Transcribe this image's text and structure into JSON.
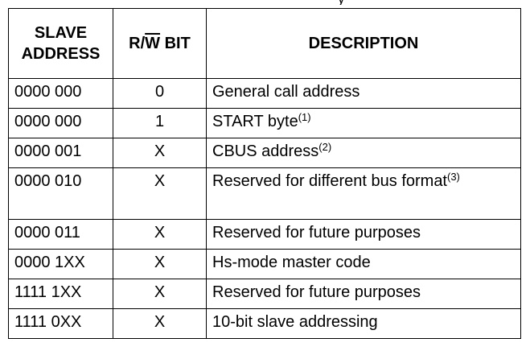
{
  "header_fragment": "y",
  "table": {
    "headers": {
      "address_line1": "SLAVE",
      "address_line2": "ADDRESS",
      "rw_prefix": "R/",
      "rw_bar": "W",
      "rw_suffix": " BIT",
      "description": "DESCRIPTION"
    },
    "rows": [
      {
        "address": "0000 000",
        "rw": "0",
        "description": "General call address",
        "note": ""
      },
      {
        "address": "0000 000",
        "rw": "1",
        "description": "START byte",
        "note": "(1)"
      },
      {
        "address": "0000 001",
        "rw": "X",
        "description": "CBUS address",
        "note": "(2)"
      },
      {
        "address": "0000 010",
        "rw": "X",
        "description": "Reserved for different bus format",
        "note": "(3)"
      },
      {
        "address": "0000 011",
        "rw": "X",
        "description": "Reserved for future purposes",
        "note": ""
      },
      {
        "address": "0000 1XX",
        "rw": "X",
        "description": "Hs-mode master code",
        "note": ""
      },
      {
        "address": "1111 1XX",
        "rw": "X",
        "description": "Reserved for future purposes",
        "note": ""
      },
      {
        "address": "1111 0XX",
        "rw": "X",
        "description": "10-bit slave addressing",
        "note": ""
      }
    ]
  }
}
